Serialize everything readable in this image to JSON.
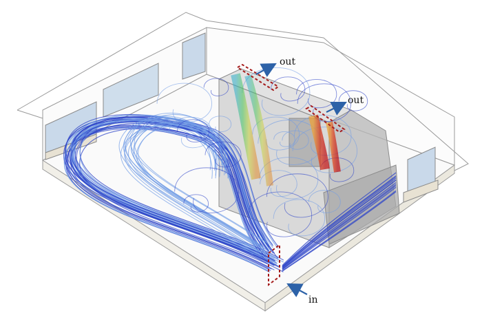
{
  "labels": {
    "outlet_top": "out",
    "outlet_right": "out",
    "inlet": "in"
  },
  "colors": {
    "wall_lines": "#9a9a9a",
    "window_tint": "#c9d9ea",
    "wall_shade": "#e8e2d3",
    "cabinet": "#c9c9c9",
    "cabinet_dark": "#9f9f9f",
    "stream_cold": "#2f45c8",
    "stream_light": "#6f9be6",
    "stream_warm": "#e03a1a",
    "vent_dash": "#a51c1c",
    "arrow": "#2d62a8"
  }
}
